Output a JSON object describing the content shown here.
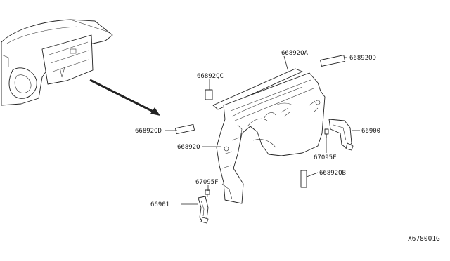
{
  "diagram": {
    "reference_code": "X678001G",
    "callouts": {
      "p66892QA": "66892QA",
      "p66892QD_right": "66892QD",
      "p66892QC": "66892QC",
      "p66892QD_left": "66892QD",
      "p66892Q": "66892Q",
      "p66900": "66900",
      "p67095F_right": "67095F",
      "p66892QB": "66892QB",
      "p67095F_lower": "67095F",
      "p66901": "66901"
    }
  }
}
